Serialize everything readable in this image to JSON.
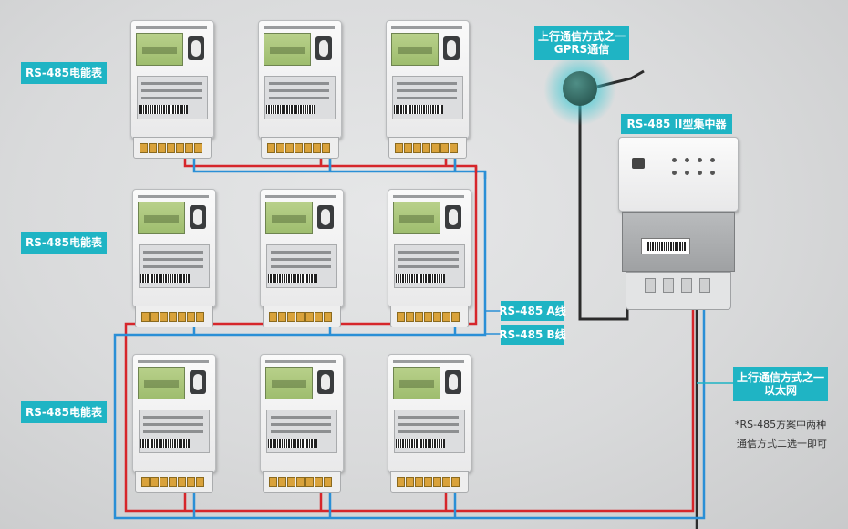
{
  "labels": {
    "meter_row_1": "RS-485电能表",
    "meter_row_2": "RS-485电能表",
    "meter_row_3": "RS-485电能表",
    "line_a": "RS-485 A线",
    "line_b": "RS-485 B线",
    "concentrator": "RS-485 II型集中器",
    "gprs_line1": "上行通信方式之一",
    "gprs_line2": "GPRS通信",
    "ethernet_line1": "上行通信方式之一",
    "ethernet_line2": "以太网",
    "note_line1": "*RS-485方案中两种",
    "note_line2": "通信方式二选一即可"
  },
  "colors": {
    "accent": "#1fb4c4",
    "wire_a": "#d6262b",
    "wire_b": "#2a8fd6",
    "cable": "#2b2b2b"
  },
  "meters": {
    "rows": 3,
    "per_row": 3
  }
}
